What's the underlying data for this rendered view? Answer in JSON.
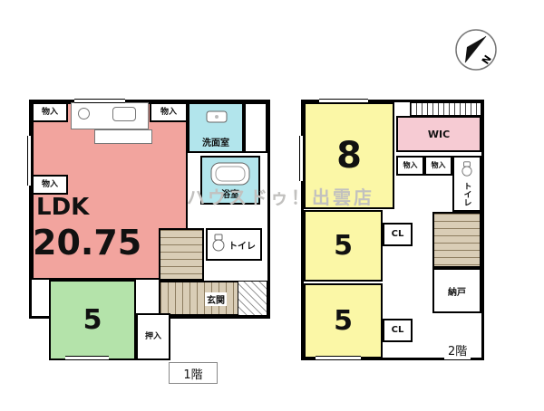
{
  "watermark": "ハウスドゥ！出雲店",
  "compass": {
    "north_label": "N"
  },
  "floor1": {
    "caption": "1階",
    "ldk_label": "LDK",
    "ldk_size": "20.75",
    "room5_size": "5",
    "labels": {
      "monoire_top_left": "物入",
      "monoire_top_right": "物入",
      "monoire_left": "物入",
      "senmenshitsu": "洗面室",
      "yokushitsu": "浴室",
      "toilet": "トイレ",
      "genkan": "玄関",
      "oshiire": "押入"
    }
  },
  "floor2": {
    "caption": "2階",
    "room8_size": "8",
    "room5_mid_size": "5",
    "room5_bottom_size": "5",
    "labels": {
      "wic": "WIC",
      "monoire_a": "物入",
      "monoire_b": "物入",
      "toilet": "トイレ",
      "cl_mid": "CL",
      "cl_bottom": "CL",
      "nando": "納戸"
    }
  },
  "colors": {
    "ldk_pink": "#f2a49e",
    "tatami_green": "#b4e3aa",
    "wet_area_cyan": "#b2e5ec",
    "room_yellow": "#fbf7a6",
    "wic_pink": "#f6cbd3",
    "wood_tan": "#d9cdb6",
    "wall_black": "#000000",
    "watermark_gray": "#c2c1bf"
  }
}
